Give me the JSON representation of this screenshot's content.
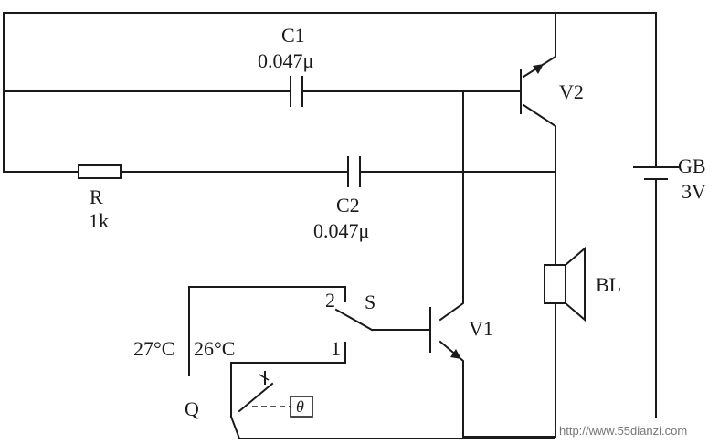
{
  "components": {
    "c1": {
      "ref": "C1",
      "value": "0.047μ"
    },
    "c2": {
      "ref": "C2",
      "value": "0.047μ"
    },
    "r": {
      "ref": "R",
      "value": "1k"
    },
    "v1": {
      "ref": "V1"
    },
    "v2": {
      "ref": "V2"
    },
    "gb": {
      "ref": "GB",
      "value": "3V"
    },
    "bl": {
      "ref": "BL"
    },
    "s": {
      "ref": "S",
      "pos2": "2",
      "pos1": "1"
    },
    "q": {
      "ref": "Q",
      "temp_high": "27°C",
      "temp_low": "26°C",
      "theta": "θ"
    }
  },
  "watermark": "http://www.55dianzi.com"
}
